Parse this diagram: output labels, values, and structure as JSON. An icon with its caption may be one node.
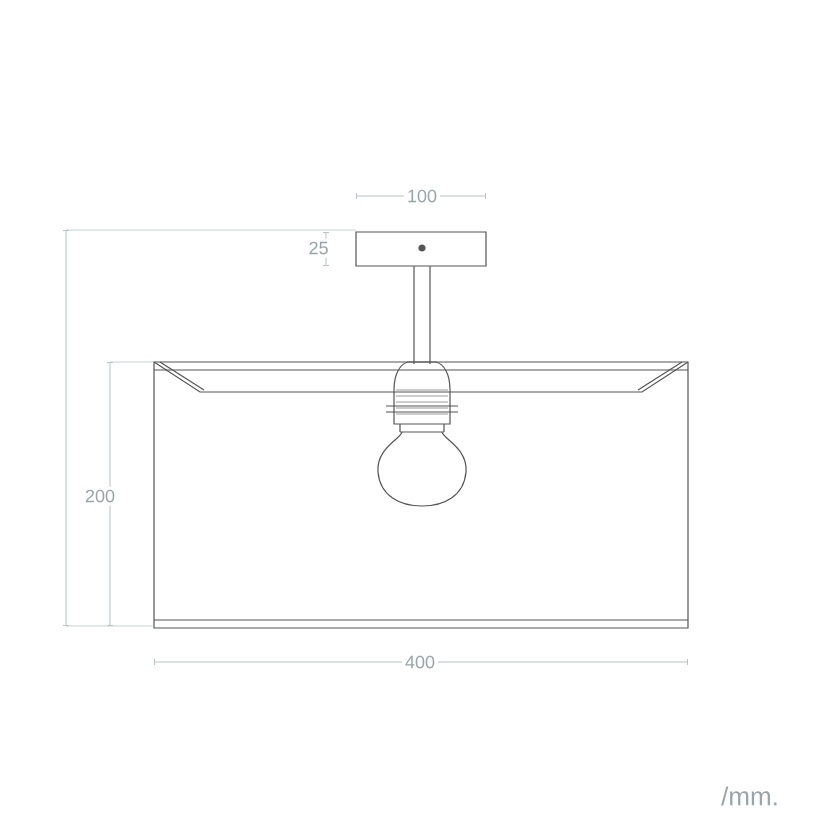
{
  "diagram": {
    "labels": [
      "100",
      "25",
      "200",
      "400",
      "/mm."
    ]
  }
}
